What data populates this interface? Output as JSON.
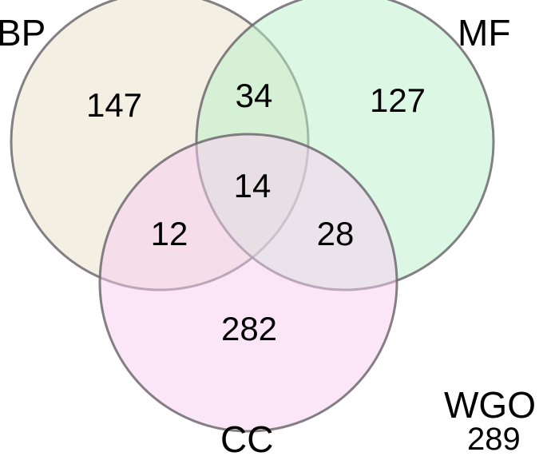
{
  "chart_data": {
    "type": "venn",
    "title": "",
    "sets": [
      {
        "name": "BP",
        "color": "#f3efe3"
      },
      {
        "name": "MF",
        "color": "#dcf8e4"
      },
      {
        "name": "CC",
        "color": "#fbe6f8"
      }
    ],
    "regions": {
      "BP_only": 147,
      "MF_only": 127,
      "CC_only": 282,
      "BP_MF": 34,
      "BP_CC": 12,
      "MF_CC": 28,
      "BP_MF_CC": 14
    },
    "outside": {
      "label": "WGO",
      "value": 289
    }
  },
  "labels": {
    "bp": "BP",
    "mf": "MF",
    "cc": "CC",
    "wgo": "WGO",
    "wgo_value": "289"
  },
  "values": {
    "bp_only": "147",
    "mf_only": "127",
    "cc_only": "282",
    "bp_mf": "34",
    "bp_cc": "12",
    "mf_cc": "28",
    "all": "14"
  },
  "colors": {
    "stroke": "#6f6a70",
    "bp_fill": "#f3efe3",
    "mf_fill": "#dcf8e4",
    "cc_fill": "#fbe6f8"
  }
}
